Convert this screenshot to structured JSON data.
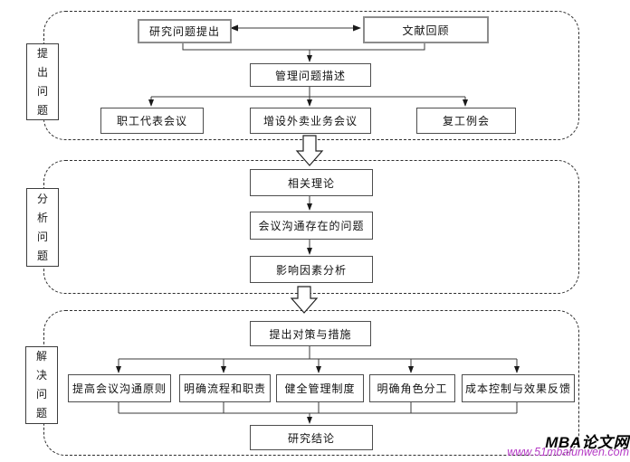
{
  "diagram": {
    "title_hint": "research-framework-flowchart",
    "colors": {
      "line": "#3a3a3a",
      "box_border": "#4d4d4d",
      "thick_box_border": "#8c8c8c",
      "frame_dash": "#2e2e2e",
      "watermark_url": "#b63cc6"
    },
    "sections": [
      {
        "label": "提出问题",
        "boxes": {
          "research_question": "研究问题提出",
          "literature_review": "文献回顾",
          "management_problem": "管理问题描述",
          "staff_rep_meeting": "职工代表会议",
          "takeout_business_meeting": "增设外卖业务会议",
          "work_resumption_meeting": "复工例会"
        }
      },
      {
        "label": "分析问题",
        "boxes": {
          "related_theory": "相关理论",
          "communication_problems": "会议沟通存在的问题",
          "influencing_factors": "影响因素分析"
        }
      },
      {
        "label": "解决问题",
        "boxes": {
          "countermeasures": "提出对策与措施",
          "improve_principles": "提高会议沟通原则",
          "clarify_process": "明确流程和职责",
          "sound_system": "健全管理制度",
          "clarify_roles": "明确角色分工",
          "cost_feedback": "成本控制与效果反馈",
          "research_conclusion": "研究结论"
        }
      }
    ]
  },
  "watermark": {
    "brand": "MBA论文网",
    "url": "www.51mbalunwen.com"
  }
}
